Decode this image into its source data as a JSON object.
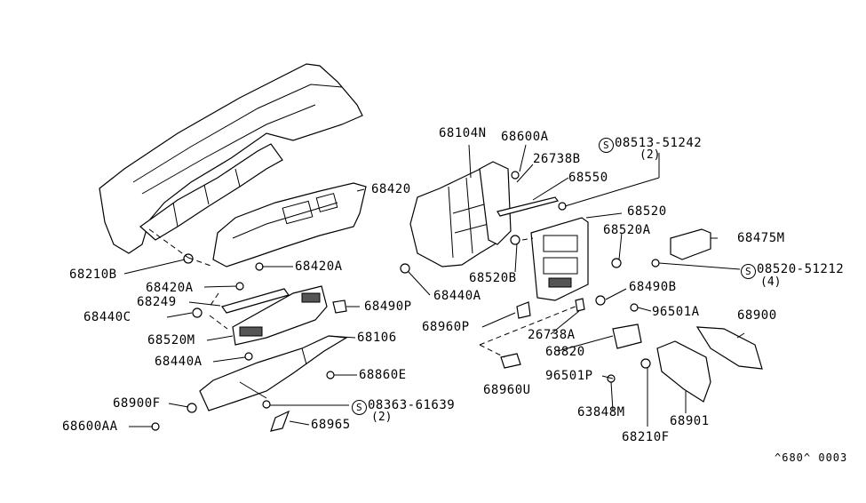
{
  "labels": {
    "p68104N": "68104N",
    "p68600A": "68600A",
    "p08513": "08513-51242",
    "p08513_qty": "(2)",
    "p26738B": "26738B",
    "p68550": "68550",
    "p68420": "68420",
    "p68520": "68520",
    "p68520A": "68520A",
    "p68475M": "68475M",
    "p08520": "08520-51212",
    "p08520_qty": "(4)",
    "p68210B": "68210B",
    "p68420A_r": "68420A",
    "p68420A_l": "68420A",
    "p68249": "68249",
    "p68440C": "68440C",
    "p68490P": "68490P",
    "p68520B": "68520B",
    "p68440A_r": "68440A",
    "p68490B": "68490B",
    "p96501A": "96501A",
    "p68900": "68900",
    "p68520M": "68520M",
    "p68106": "68106",
    "p68960P": "68960P",
    "p26738A": "26738A",
    "p68820": "68820",
    "p68440A_l": "68440A",
    "p68860E": "68860E",
    "p96501P": "96501P",
    "p68960U": "68960U",
    "p68900F": "68900F",
    "p08363": "08363-61639",
    "p08363_qty": "(2)",
    "p63848M": "63848M",
    "p68901": "68901",
    "p68600AA": "68600AA",
    "p68965": "68965",
    "p68210F": "68210F",
    "s_symbol": "S",
    "diagram_ref": "^680^ 0003"
  }
}
